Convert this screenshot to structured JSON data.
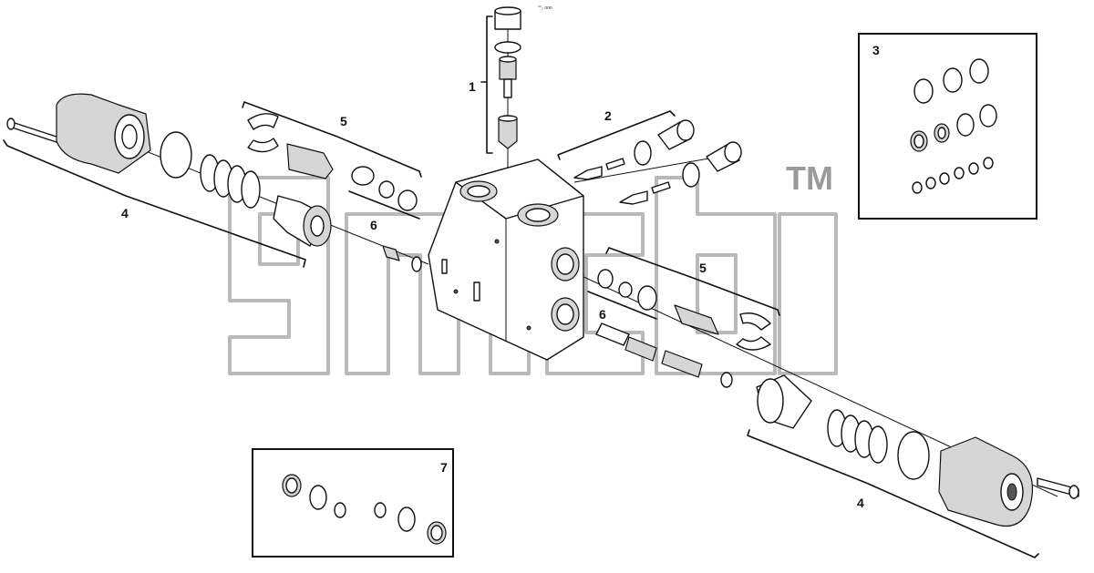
{
  "diagram": {
    "callouts": {
      "c1": "1",
      "c2": "2",
      "c3": "3",
      "c4_left": "4",
      "c4_right": "4",
      "c5_left": "5",
      "c5_right": "5",
      "c6_left": "6",
      "c6_right": "6",
      "c7": "7"
    },
    "watermark": {
      "mark": "TM"
    },
    "top_tag": "°°₂ ooo"
  }
}
